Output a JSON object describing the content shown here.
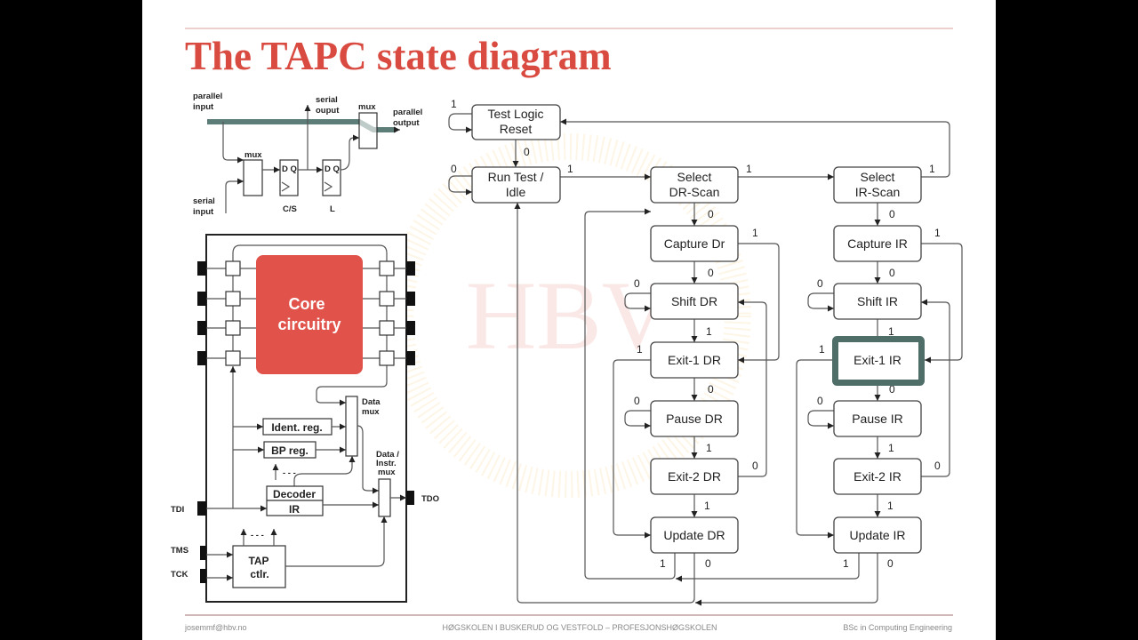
{
  "slide": {
    "title": "The TAPC state diagram",
    "highlight_color": "#4f6e68",
    "accent_color": "#d94a40"
  },
  "states": {
    "tlr": [
      "Test Logic",
      "Reset"
    ],
    "rti": [
      "Run Test /",
      "Idle"
    ],
    "sel_dr": [
      "Select",
      "DR-Scan"
    ],
    "sel_ir": [
      "Select",
      "IR-Scan"
    ],
    "cap_dr": "Capture Dr",
    "cap_ir": "Capture IR",
    "shift_dr": "Shift DR",
    "shift_ir": "Shift IR",
    "exit1_dr": "Exit-1 DR",
    "exit1_ir": "Exit-1 IR",
    "pause_dr": "Pause DR",
    "pause_ir": "Pause IR",
    "exit2_dr": "Exit-2 DR",
    "exit2_ir": "Exit-2 IR",
    "update_dr": "Update DR",
    "update_ir": "Update IR",
    "highlighted_state": "Exit-1 IR"
  },
  "transitions": {
    "tlr_self": "1",
    "tlr_rti": "0",
    "rti_self": "0",
    "rti_seldr": "1",
    "seldr_selir": "1",
    "selir_tlr": "1",
    "seldr_capdr": "0",
    "capdr_shiftdr": "0",
    "capdr_exit1dr": "1",
    "shiftdr_self": "0",
    "shiftdr_exit1dr": "1",
    "exit1dr_updatedr": "1",
    "exit1dr_pausedr": "0",
    "pausedr_self": "0",
    "pausedr_exit2dr": "1",
    "exit2dr_shiftdr": "0",
    "exit2dr_updatedr": "1",
    "updatedr_seldr": "1",
    "updatedr_rti": "0",
    "selir_capir": "0",
    "capir_shiftir": "0",
    "capir_exit1ir": "1",
    "shiftir_self": "0",
    "shiftir_exit1ir": "1",
    "exit1ir_updateir": "1",
    "exit1ir_pauseir": "0",
    "pauseir_self": "0",
    "pauseir_exit2ir": "1",
    "exit2ir_shiftir": "0",
    "exit2ir_updateir": "1",
    "updateir_seldr": "1",
    "updateir_rti": "0"
  },
  "cell_diagram": {
    "parallel_input": [
      "parallel",
      "input"
    ],
    "serial_output": [
      "serial",
      "ouput"
    ],
    "mux_out": "mux",
    "parallel_output": [
      "parallel",
      "output"
    ],
    "mux_in": "mux",
    "ff1": "D Q",
    "ff2": "D Q",
    "ff1_label": "C/S",
    "ff2_label": "L",
    "serial_input": [
      "serial",
      "input"
    ]
  },
  "chip_diagram": {
    "core": [
      "Core",
      "circuitry"
    ],
    "data_mux": [
      "Data",
      "mux"
    ],
    "ident_reg": "Ident. reg.",
    "bp_reg": "BP reg.",
    "decoder": "Decoder",
    "ir": "IR",
    "data_instr_mux": [
      "Data /",
      "Instr.",
      "mux"
    ],
    "tap_ctlr": [
      "TAP",
      "ctlr."
    ],
    "tdi": "TDI",
    "tdo": "TDO",
    "tms": "TMS",
    "tck": "TCK",
    "core_color": "#e0524a"
  },
  "footer": {
    "left": "josemmf@hbv.no",
    "center": "HØGSKOLEN I BUSKERUD OG VESTFOLD – PROFESJONSHØGSKOLEN",
    "right": "BSc in Computing Engineering"
  },
  "watermark": "HBV"
}
